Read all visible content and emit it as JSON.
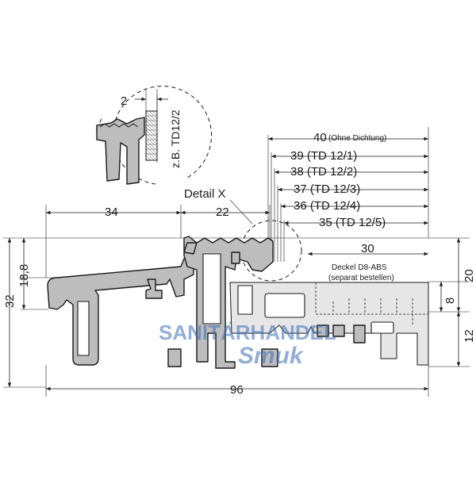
{
  "dimensions": {
    "top_34": "34",
    "top_22": "22",
    "d40": "40",
    "d40_note": "(Ohne Dichtung)",
    "d39": "39 (TD 12/1)",
    "d38": "38 (TD 12/2)",
    "d37": "37 (TD 12/3)",
    "d36": "36 (TD 12/4)",
    "d35": "35 (TD 12/5)",
    "d30": "30",
    "left_32": "32",
    "left_18_8": "18,8",
    "right_20": "20",
    "right_8": "8",
    "right_12": "12",
    "bottom_96": "96",
    "detail_2": "2"
  },
  "labels": {
    "detail_x": "Detail X",
    "detail_td": "z.B. TD12/2",
    "cover_line1": "Deckel D8-ABS",
    "cover_line2": "(separat bestellen)"
  },
  "watermark": {
    "line1": "SANITÄRHANDEL",
    "line2": "Smuk",
    "color": "#3b6db5"
  },
  "colors": {
    "profile_fill": "#bdbdbd",
    "line": "#1a1a1a"
  }
}
